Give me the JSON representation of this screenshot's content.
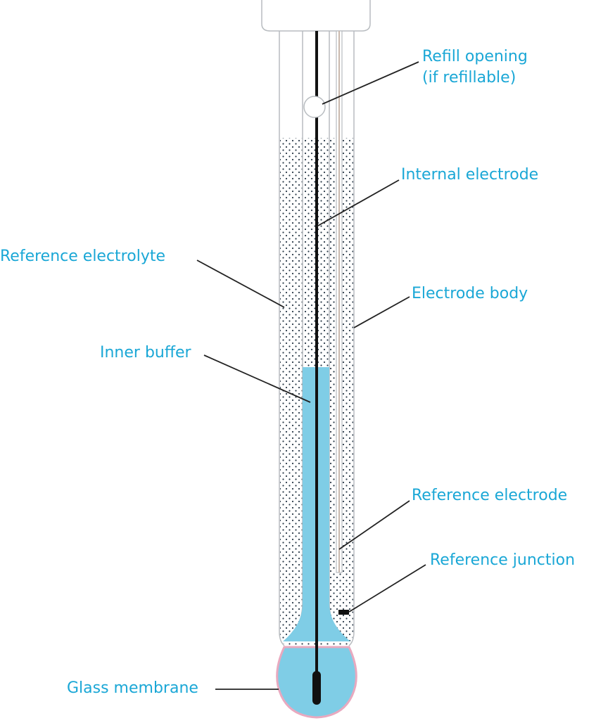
{
  "labels": {
    "refill_line1": "Refill opening",
    "refill_line2": "(if refillable)",
    "internal_electrode": "Internal electrode",
    "reference_electrolyte": "Reference electrolyte",
    "electrode_body": "Electrode body",
    "inner_buffer": "Inner buffer",
    "reference_electrode": "Reference electrode",
    "reference_junction": "Reference junction",
    "glass_membrane": "Glass membrane"
  },
  "colors": {
    "label_text": "#1aa7d6",
    "inner_buffer_fill": "#7fcde6",
    "glass_membrane_outline": "#e8a9bf",
    "electrolyte_dots": "#2a3a48",
    "body_outline": "#b8bcc0",
    "leader_lines": "#222222"
  }
}
